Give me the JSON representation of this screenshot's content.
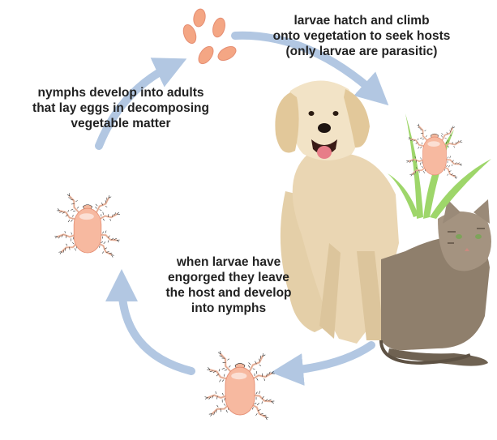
{
  "captions": {
    "larvae_hatch": {
      "line1": "larvae hatch and climb",
      "line2": "onto vegetation to seek hosts",
      "line3": "(only larvae are parasitic)"
    },
    "nymphs_to_adults": {
      "line1": "nymphs develop into adults",
      "line2": "that lay eggs in decomposing",
      "line3": "vegetable matter"
    },
    "larvae_engorged": {
      "line1": "when larvae have",
      "line2": "engorged they leave",
      "line3": "the host and develop",
      "line4": "into nymphs"
    }
  },
  "colors": {
    "mite_body": "#f7b9a0",
    "mite_outline": "#e58e73",
    "egg": "#f4a684",
    "arrow": "#aac2df",
    "grass": "#9ed66a",
    "dog_fur": "#ead6b3",
    "cat_fur": "#9a8a78",
    "text": "#222222"
  },
  "icons": [
    "egg-cluster-icon",
    "larva-mite-icon",
    "adult-mite-icon",
    "nymph-mite-icon",
    "dog-icon",
    "cat-icon",
    "grass-icon",
    "cycle-arrow-icon"
  ]
}
